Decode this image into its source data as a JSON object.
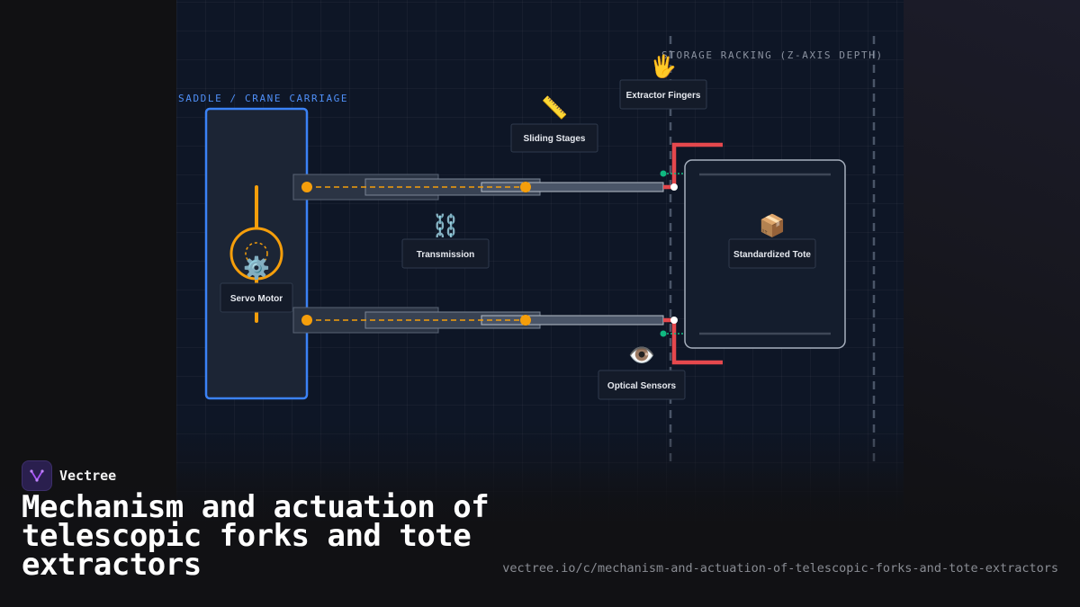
{
  "diagram": {
    "zones": {
      "carriage": "SADDLE / CRANE CARRIAGE",
      "racking": "STORAGE RACKING (Z-AXIS DEPTH)"
    },
    "nodes": {
      "servo_motor": "Servo Motor",
      "sliding_stages": "Sliding Stages",
      "extractor_fingers": "Extractor Fingers",
      "transmission": "Transmission",
      "standardized_tote": "Standardized Tote",
      "optical_sensors": "Optical Sensors"
    },
    "icons": {
      "servo_motor": "⚙️",
      "sliding_stages": "📏",
      "extractor_fingers": "🖐",
      "transmission": "⛓️",
      "standardized_tote": "📦",
      "optical_sensors": "👁️"
    },
    "colors": {
      "carriage_border": "#3b82f6",
      "accent_orange": "#f59e0b",
      "finger_red": "#e5484d",
      "sensor_green": "#10b981",
      "panel_bg": "#0e1626"
    }
  },
  "brand": {
    "name": "Vectree"
  },
  "title": "Mechanism and actuation of telescopic forks and tote extractors",
  "url": "vectree.io/c/mechanism-and-actuation-of-telescopic-forks-and-tote-extractors"
}
